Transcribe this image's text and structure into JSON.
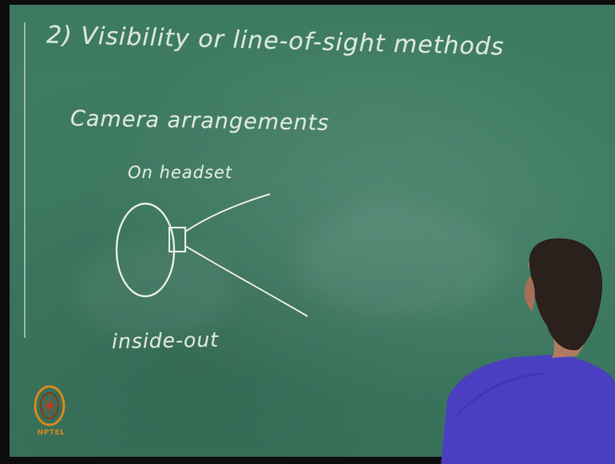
{
  "board": {
    "heading": "2) Visibility or line-of-sight methods",
    "subheading": "Camera arrangements",
    "label_headset": "On headset",
    "label_insideout": "inside-out"
  },
  "logo": {
    "text": "NPTEL"
  },
  "colors": {
    "chalkboard": "#3f7c64",
    "chalk": "#e9efe9",
    "shirt": "#4a3fc0",
    "hair": "#2a201c",
    "logo": "#d8891c"
  }
}
